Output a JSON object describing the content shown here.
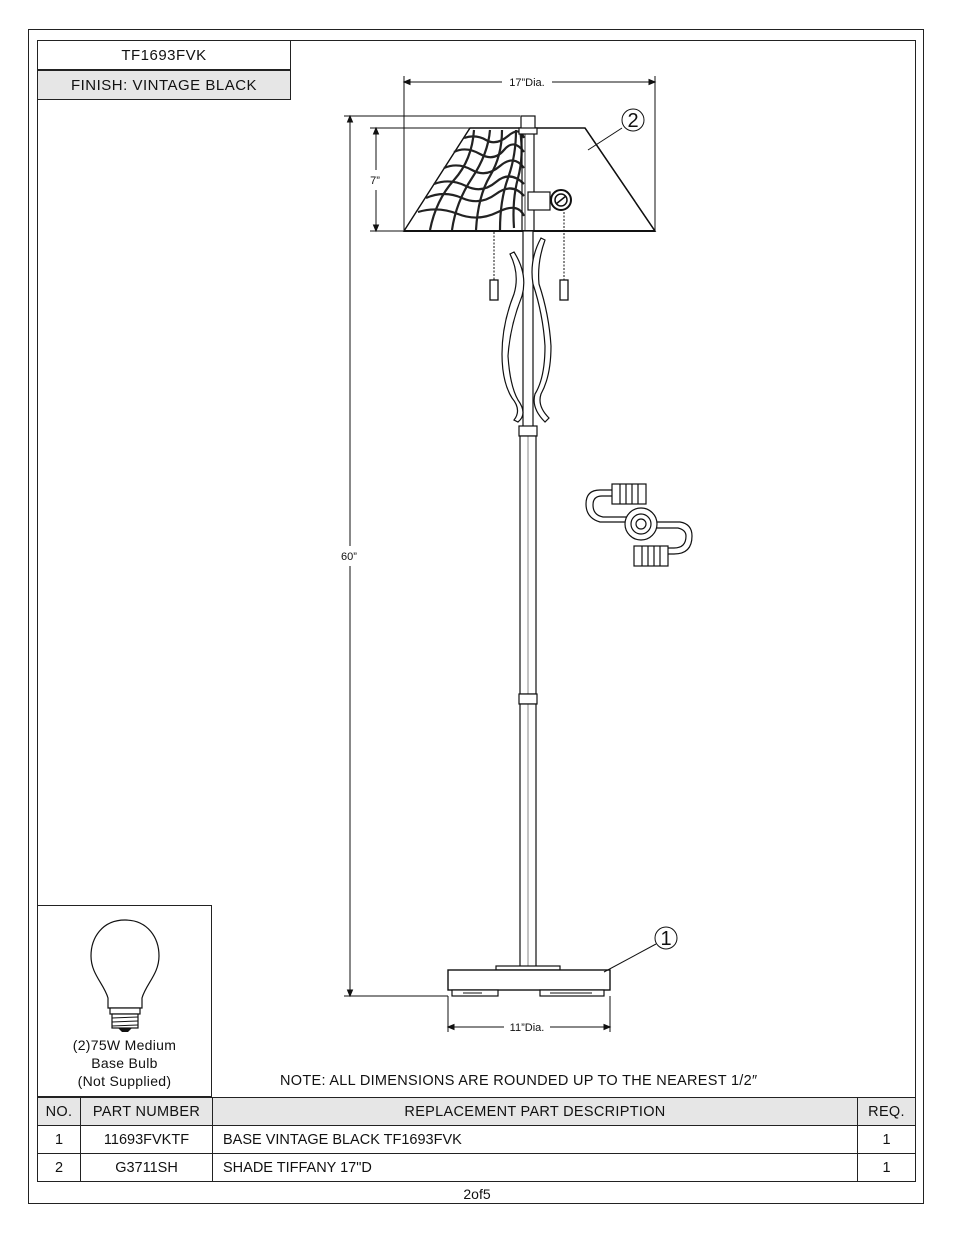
{
  "header": {
    "model": "TF1693FVK",
    "finish": "FINISH: VINTAGE BLACK"
  },
  "dimensions": {
    "shade_diameter": "17”Dia.",
    "shade_height": "7”",
    "overall_height": "60”",
    "base_diameter": "11”Dia."
  },
  "callouts": {
    "shade": "2",
    "base": "1"
  },
  "bulb": {
    "icon": "light-bulb-icon",
    "line1": "(2)75W Medium",
    "line2": "Base  Bulb",
    "line3": "(Not Supplied)"
  },
  "note": "NOTE:  ALL DIMENSIONS ARE ROUNDED UP TO THE NEAREST  1/2″",
  "parts_table": {
    "headers": {
      "no": "NO.",
      "part_number": "PART NUMBER",
      "description": "REPLACEMENT PART DESCRIPTION",
      "req": "REQ."
    },
    "rows": [
      {
        "no": "1",
        "part_number": "11693FVKTF",
        "description": "BASE VINTAGE BLACK TF1693FVK",
        "req": "1"
      },
      {
        "no": "2",
        "part_number": "G3711SH",
        "description": "SHADE TIFFANY 17\"D",
        "req": "1"
      }
    ]
  },
  "page": "2of5"
}
